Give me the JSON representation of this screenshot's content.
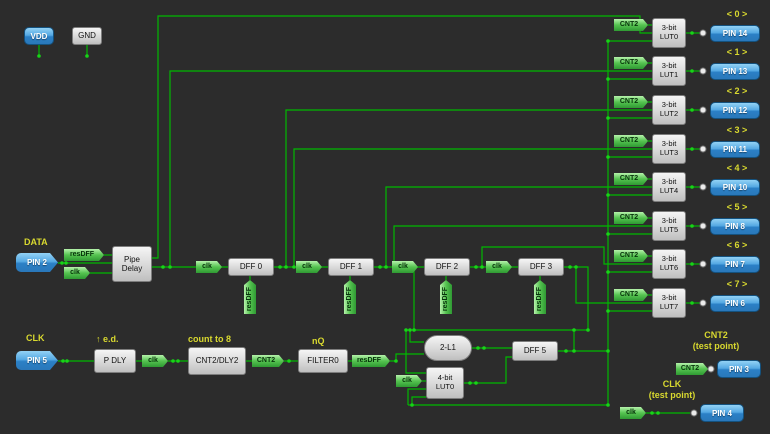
{
  "power": {
    "vdd": "VDD",
    "gnd": "GND"
  },
  "rows": [
    {
      "tag": "CNT2",
      "lut": "3-bit\nLUT0",
      "bit": "< 0 >",
      "pin": "PIN 14"
    },
    {
      "tag": "CNT2",
      "lut": "3-bit\nLUT1",
      "bit": "< 1 >",
      "pin": "PIN 13"
    },
    {
      "tag": "CNT2",
      "lut": "3-bit\nLUT2",
      "bit": "< 2 >",
      "pin": "PIN 12"
    },
    {
      "tag": "CNT2",
      "lut": "3-bit\nLUT3",
      "bit": "< 3 >",
      "pin": "PIN 11"
    },
    {
      "tag": "CNT2",
      "lut": "3-bit\nLUT4",
      "bit": "< 4 >",
      "pin": "PIN 10"
    },
    {
      "tag": "CNT2",
      "lut": "3-bit\nLUT5",
      "bit": "< 5 >",
      "pin": "PIN 8"
    },
    {
      "tag": "CNT2",
      "lut": "3-bit\nLUT6",
      "bit": "< 6 >",
      "pin": "PIN 7"
    },
    {
      "tag": "CNT2",
      "lut": "3-bit\nLUT7",
      "bit": "< 7 >",
      "pin": "PIN 6"
    }
  ],
  "data_path": {
    "label": "DATA",
    "pin": "PIN 2",
    "res_tag": "resDFF",
    "clk_tag": "clk",
    "pipe": "Pipe\nDelay",
    "stages": [
      {
        "clk": "clk",
        "dff": "DFF 0",
        "res": "resDFF"
      },
      {
        "clk": "clk",
        "dff": "DFF 1",
        "res": "resDFF"
      },
      {
        "clk": "clk",
        "dff": "DFF 2",
        "res": "resDFF"
      },
      {
        "clk": "clk",
        "dff": "DFF 3",
        "res": "resDFF"
      }
    ]
  },
  "clock_path": {
    "label": "CLK",
    "pin": "PIN 5",
    "edge": "↑ e.d.",
    "pdly": "P DLY",
    "clk_tag": "clk",
    "count": "count to 8",
    "counter": "CNT2/DLY2",
    "cnt_tag": "CNT2",
    "nq": "nQ",
    "filter": "FILTER0",
    "res_tag": "resDFF"
  },
  "logic": {
    "lut2": "2-L1",
    "dff5": "DFF 5",
    "clk_tag": "clk",
    "lut4": "4-bit\nLUT0"
  },
  "test_points": [
    {
      "label": "CNT2\n(test point)",
      "tag": "CNT2",
      "pin": "PIN 3"
    },
    {
      "label": "CLK\n(test point)",
      "tag": "clk",
      "pin": "PIN 4"
    }
  ]
}
